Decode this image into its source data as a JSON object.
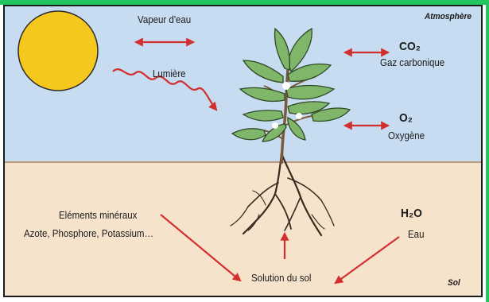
{
  "colors": {
    "border_accent": "#22c55e",
    "sky": "#c7dcf0",
    "soil": "#f6e3cc",
    "sun": "#f6c81e",
    "arrow": "#d32f2f",
    "leaf": "#7fb66a",
    "stem": "#7a5a3a",
    "root": "#3a2a1e"
  },
  "labels": {
    "atmosphere": "Atmosphère",
    "sol": "Sol",
    "vapeur": "Vapeur d'eau",
    "lumiere": "Lumière",
    "co2_formula": "CO₂",
    "co2_name": "Gaz carbonique",
    "o2_formula": "O₂",
    "o2_name": "Oxygène",
    "mineraux_1": "Eléments minéraux",
    "mineraux_2": "Azote, Phosphore, Potassium…",
    "h2o_formula": "H₂O",
    "h2o_name": "Eau",
    "solution": "Solution du sol"
  },
  "icons": [
    "sun-icon",
    "plant-icon",
    "roots-icon"
  ]
}
